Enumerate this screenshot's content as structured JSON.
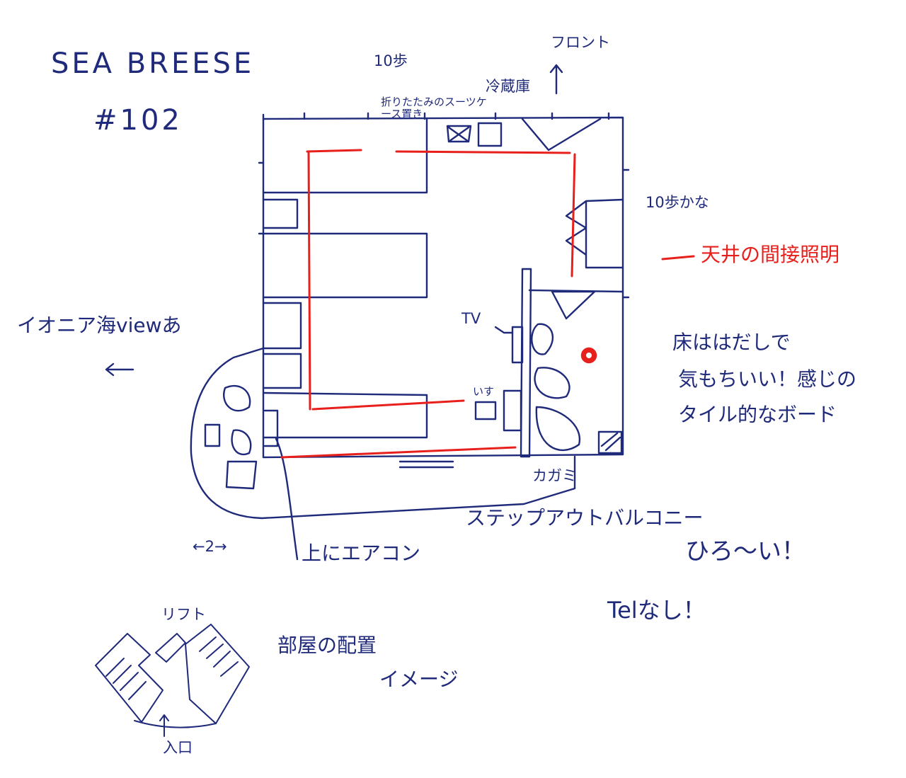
{
  "header": {
    "hotel_name": "SEA BREESE",
    "room_number": "#102"
  },
  "directions": {
    "front": "フロント",
    "front_arrow": "↑",
    "sea_view": "イオニア海viewあ",
    "sea_arrow": "←"
  },
  "dimensions": {
    "top_width": "10歩",
    "right_depth": "10歩かな",
    "balcony_width": "←2→"
  },
  "furniture": {
    "folding_suitcase_stand": "折りたたみのスーツケース置き",
    "fridge": "冷蔵庫",
    "tv": "TV",
    "chair": "いす",
    "mirror": "カガミ",
    "aircon": "上にエアコン"
  },
  "legend": {
    "indirect_light": "天井の間接照明",
    "light_color": "#e8201c"
  },
  "notes": {
    "floor": [
      "床ははだしで",
      "気もちいい！感じの",
      "タイル的なボード"
    ],
    "balcony": "ステップアウトバルコニー",
    "balcony_exclaim": "ひろ〜い！",
    "no_tel": "Telなし！"
  },
  "layout_sketch": {
    "caption_line1": "部屋の配置",
    "caption_line2": "イメージ",
    "lift": "リフト",
    "entrance": "入口"
  },
  "colors": {
    "ink": "#1f2a7a",
    "red_ink": "#e8201c"
  }
}
